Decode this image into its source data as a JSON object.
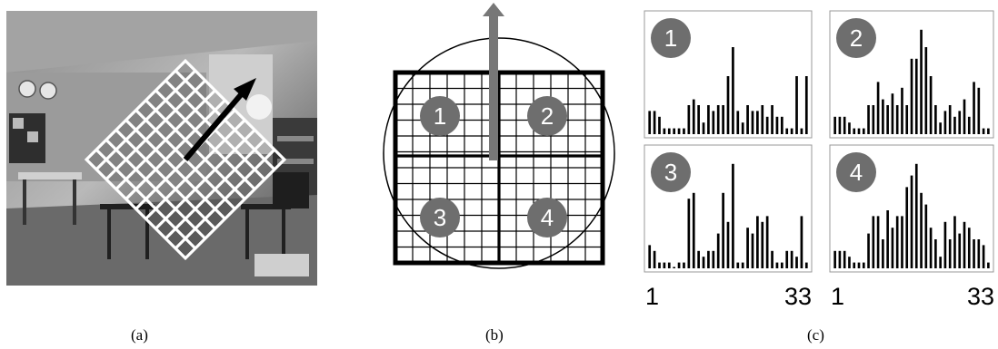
{
  "panels": {
    "a": {
      "caption": "(a)"
    },
    "b": {
      "caption": "(b)",
      "quadrant_labels": [
        "1",
        "2",
        "3",
        "4"
      ]
    },
    "c": {
      "caption": "(c)",
      "histogram_labels": [
        "1",
        "2",
        "3",
        "4"
      ],
      "axis_start_left": "1",
      "axis_end_left": "33",
      "axis_start_right": "1",
      "axis_end_right": "33"
    }
  },
  "colors": {
    "badge": "#6e6e6e",
    "bars": "#000000",
    "arrow_b": "#777777"
  },
  "chart_data": [
    {
      "type": "bar",
      "title": "",
      "series_label": "1",
      "x": [
        1,
        2,
        3,
        4,
        5,
        6,
        7,
        8,
        9,
        10,
        11,
        12,
        13,
        14,
        15,
        16,
        17,
        18,
        19,
        20,
        21,
        22,
        23,
        24,
        25,
        26,
        27,
        28,
        29,
        30,
        31,
        32,
        33
      ],
      "values": [
        4,
        4,
        3,
        1,
        1,
        1,
        1,
        1,
        5,
        6,
        5,
        2,
        5,
        4,
        5,
        5,
        10,
        15,
        4,
        2,
        5,
        4,
        4,
        5,
        3,
        5,
        3,
        3,
        1,
        1,
        10,
        1,
        10
      ]
    },
    {
      "type": "bar",
      "title": "",
      "series_label": "2",
      "x": [
        1,
        2,
        3,
        4,
        5,
        6,
        7,
        8,
        9,
        10,
        11,
        12,
        13,
        14,
        15,
        16,
        17,
        18,
        19,
        20,
        21,
        22,
        23,
        24,
        25,
        26,
        27,
        28,
        29,
        30,
        31,
        32,
        33
      ],
      "values": [
        3,
        3,
        3,
        2,
        1,
        1,
        1,
        5,
        5,
        9,
        6,
        5,
        7,
        5,
        8,
        5,
        13,
        13,
        18,
        15,
        10,
        5,
        2,
        4,
        5,
        3,
        4,
        6,
        3,
        9,
        8,
        1,
        1
      ]
    },
    {
      "type": "bar",
      "title": "",
      "series_label": "3",
      "x": [
        1,
        2,
        3,
        4,
        5,
        6,
        7,
        8,
        9,
        10,
        11,
        12,
        13,
        14,
        15,
        16,
        17,
        18,
        19,
        20,
        21,
        22,
        23,
        24,
        25,
        26,
        27,
        28,
        29,
        30,
        31,
        32,
        33
      ],
      "values": [
        4,
        3,
        1,
        1,
        1,
        0,
        1,
        1,
        12,
        13,
        3,
        2,
        3,
        3,
        6,
        13,
        8,
        18,
        1,
        1,
        7,
        6,
        9,
        8,
        9,
        3,
        1,
        1,
        3,
        3,
        2,
        9,
        1
      ]
    },
    {
      "type": "bar",
      "title": "",
      "series_label": "4",
      "x": [
        1,
        2,
        3,
        4,
        5,
        6,
        7,
        8,
        9,
        10,
        11,
        12,
        13,
        14,
        15,
        16,
        17,
        18,
        19,
        20,
        21,
        22,
        23,
        24,
        25,
        26,
        27,
        28,
        29,
        30,
        31,
        32,
        33
      ],
      "values": [
        3,
        3,
        3,
        2,
        1,
        1,
        1,
        6,
        9,
        9,
        5,
        10,
        7,
        9,
        9,
        14,
        16,
        18,
        13,
        11,
        7,
        5,
        2,
        8,
        5,
        9,
        6,
        8,
        7,
        5,
        5,
        4,
        1
      ]
    }
  ]
}
